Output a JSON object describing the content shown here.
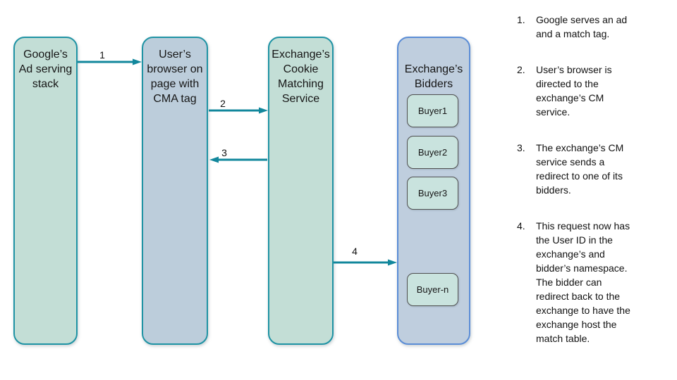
{
  "colors": {
    "teal_border": "#1f93a4",
    "arrow_teal": "#12879c",
    "green_fill": "#c3ded6",
    "blue_fill": "#bccddb",
    "bidders_fill": "#bfcede",
    "bidders_border": "#5b8dd6",
    "buyer_fill": "#c9e3de"
  },
  "diagram": {
    "nodes": {
      "google_stack": {
        "label": "Google’s\nAd serving\nstack"
      },
      "user_browser": {
        "label": "User’s\nbrowser on\npage with\nCMA tag"
      },
      "cm_service": {
        "label": "Exchange’s\nCookie\nMatching\nService"
      },
      "bidders": {
        "title": "Exchange’s\nBidders",
        "buyers": [
          "Buyer1",
          "Buyer2",
          "Buyer3",
          "Buyer-n"
        ]
      }
    },
    "arrows": {
      "labels": [
        "1",
        "2",
        "3",
        "4"
      ]
    }
  },
  "steps": [
    {
      "num": "1.",
      "text": "Google serves an ad\nand a match tag."
    },
    {
      "num": "2.",
      "text": "User’s browser is\ndirected to the\nexchange’s CM\nservice."
    },
    {
      "num": "3.",
      "text": "The exchange’s CM\nservice sends a\nredirect to one of its\nbidders."
    },
    {
      "num": "4.",
      "text": "This request now has\nthe User ID in the\nexchange’s and\nbidder’s namespace.\nThe bidder can\nredirect back to the\nexchange to have the\nexchange host the\nmatch table."
    }
  ]
}
